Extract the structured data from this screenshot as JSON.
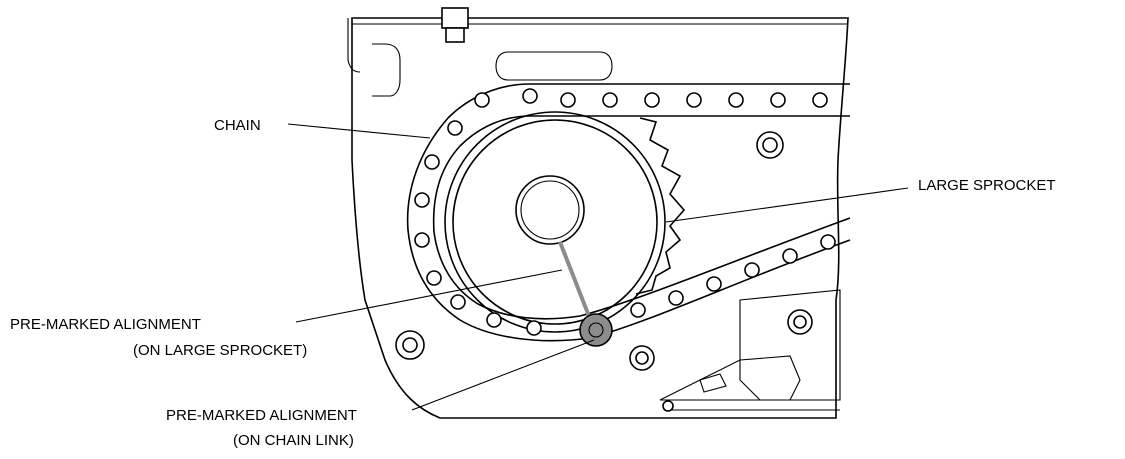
{
  "labels": {
    "chain": "CHAIN",
    "large_sprocket": "LARGE SPROCKET",
    "sprocket_mark_line1": "PRE-MARKED ALIGNMENT",
    "sprocket_mark_line2": "(ON LARGE SPROCKET)",
    "chain_mark_line1": "PRE-MARKED ALIGNMENT",
    "chain_mark_line2": "(ON CHAIN LINK)"
  },
  "colors": {
    "line": "#000000",
    "alignment_mark": "#8c8c8c",
    "background": "#ffffff"
  }
}
